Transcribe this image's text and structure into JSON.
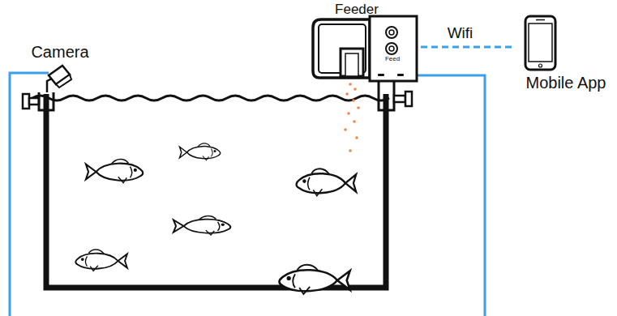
{
  "diagram": {
    "nodes": [
      {
        "text": [
          "Camera"
        ]
      },
      {
        "text": [
          "Feeder",
          "Feed"
        ]
      },
      {
        "text": [
          "Mobile App"
        ]
      }
    ],
    "edges": [
      {
        "from": 1,
        "to": 2,
        "label": "Wifi",
        "arrow": "none"
      }
    ]
  }
}
